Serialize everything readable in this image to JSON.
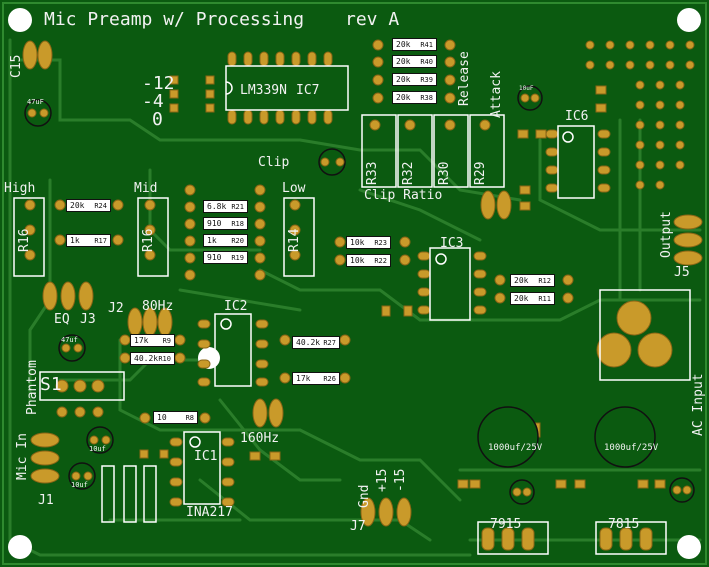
{
  "title": "Mic Preamp w/ Processing",
  "rev": "rev A",
  "ic_labels": {
    "lm339": "LM339N",
    "ic7": "IC7",
    "ic6": "IC6",
    "ic3": "IC3",
    "ic2": "IC2",
    "ic1": "IC1",
    "ina": "INA217"
  },
  "threshold_labels": [
    "-12",
    "-4",
    "0"
  ],
  "pot_labels": {
    "high": "High",
    "mid": "Mid",
    "low": "Low",
    "eq": "EQ",
    "j3": "J3",
    "r16a": "R16",
    "r16b": "R16",
    "r14": "R14",
    "r33": "R33",
    "r32": "R32",
    "r30": "R30",
    "r29": "R29"
  },
  "section_labels": {
    "clip": "Clip",
    "clip_ratio": "Clip Ratio",
    "release": "Release",
    "attack": "Attack",
    "hz80": "80Hz",
    "hz160": "160Hz",
    "phantom": "Phantom",
    "s1": "S1",
    "mic_in": "Mic In",
    "j1": "J1",
    "j2": "J2",
    "output": "Output",
    "j5": "J5",
    "ac_input": "AC Input",
    "gnd": "Gnd",
    "p15": "+15",
    "m15": "-15",
    "j7": "J7",
    "c15": "C15"
  },
  "regulators": [
    "7915",
    "7815"
  ],
  "resistors": [
    {
      "value": "20k",
      "ref": "R41"
    },
    {
      "value": "20k",
      "ref": "R40"
    },
    {
      "value": "20k",
      "ref": "R39"
    },
    {
      "value": "20k",
      "ref": "R38"
    },
    {
      "value": "20k",
      "ref": "R24"
    },
    {
      "value": "1k",
      "ref": "R17"
    },
    {
      "value": "6.8k",
      "ref": "R21"
    },
    {
      "value": "910",
      "ref": "R18"
    },
    {
      "value": "1k",
      "ref": "R20"
    },
    {
      "value": "910",
      "ref": "R19"
    },
    {
      "value": "10k",
      "ref": "R23"
    },
    {
      "value": "10k",
      "ref": "R22"
    },
    {
      "value": "20k",
      "ref": "R12"
    },
    {
      "value": "20k",
      "ref": "R11"
    },
    {
      "value": "17k",
      "ref": "R9"
    },
    {
      "value": "40.2k",
      "ref": "R10"
    },
    {
      "value": "40.2k",
      "ref": "R27"
    },
    {
      "value": "17k",
      "ref": "R26"
    },
    {
      "value": "10",
      "ref": "R8"
    }
  ],
  "caps": {
    "c47a": "47uF",
    "c47b": "47uf",
    "c10a": "10uf",
    "c10b": "10uf",
    "c10c": "10uF",
    "c1000a": "1000uf/25V",
    "c1000b": "1000uf/25V"
  }
}
